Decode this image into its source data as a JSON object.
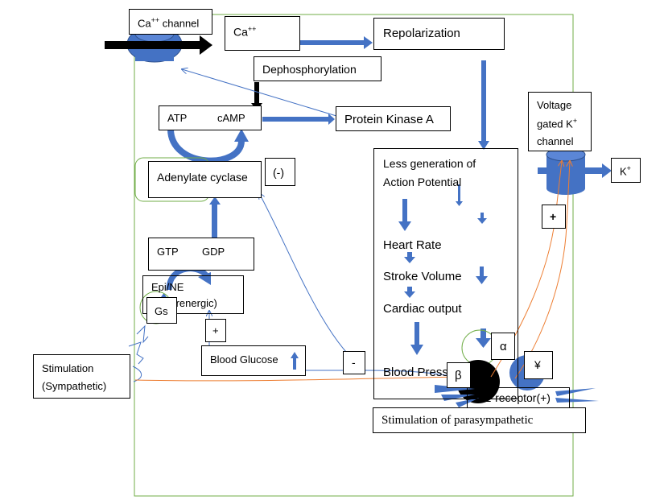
{
  "labels": {
    "ca_channel": "Ca",
    "ca_channel_sup": "++",
    "ca_channel_rest": " channel",
    "ca": "Ca",
    "ca_sup": "++",
    "repolarization": "Repolarization",
    "dephosphorylation": "Dephosphorylation",
    "atp": "ATP",
    "camp": "cAMP",
    "protein_kinase_a": "Protein Kinase A",
    "voltage_line1": "Voltage",
    "voltage_line2": "gated K",
    "voltage_sup": "+",
    "voltage_line3": "channel",
    "k_plus": "K",
    "k_plus_sup": "+",
    "less_gen_line1": "Less generation of",
    "less_gen_line2": "Action Potential",
    "heart_rate": "Heart Rate",
    "stroke_volume": "Stroke Volume",
    "cardiac_output": "Cardiac output",
    "blood_pressure": "Blood Press",
    "adenylate_cyclase": "Adenylate cyclase",
    "minus_paren": "(-)",
    "gtp": "GTP",
    "gdp": "GDP",
    "epi_ne": "Epi/NE",
    "adrenergic": "(β-adrenergic)",
    "gs": "Gs",
    "plus_small": "+",
    "plus_right": "+",
    "blood_glucose": "Blood Glucose",
    "minus_box": "-",
    "stimulation_line1": "Stimulation",
    "stimulation_line2": "(Sympathetic)",
    "alpha": "α",
    "beta": "β",
    "yen": "¥",
    "m2_receptor": "M2-receptor(+)",
    "stim_parasympathetic": "Stimulation of parasympathetic"
  },
  "colors": {
    "arrow_blue": "#4472c4",
    "channel_blue": "#4472c4",
    "cell_border_green": "#70ad47",
    "orange_line": "#ed7d31",
    "thin_line_blue": "#4472c4",
    "black": "#000000"
  }
}
